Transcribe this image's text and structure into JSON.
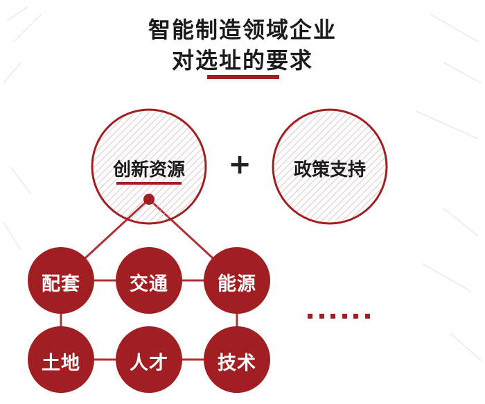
{
  "title": {
    "line1": "智能制造领域企业",
    "line2": "对选址的要求"
  },
  "main_circles": [
    {
      "label": "创新资源"
    },
    {
      "label": "政策支持"
    }
  ],
  "plus_sign": "+",
  "factor_nodes": [
    {
      "label": "配套"
    },
    {
      "label": "交通"
    },
    {
      "label": "能源"
    },
    {
      "label": "土地"
    },
    {
      "label": "人才"
    },
    {
      "label": "技术"
    }
  ],
  "ellipsis": "......",
  "colors": {
    "accent": "#a11e22",
    "text": "#1a1a1a",
    "hatch": "#d8b7b8",
    "background": "#ffffff"
  }
}
